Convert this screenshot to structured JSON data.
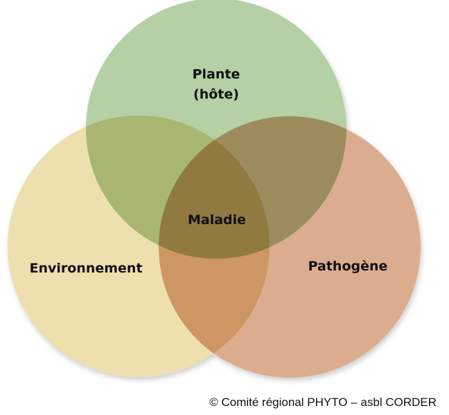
{
  "diagram": {
    "type": "venn",
    "sets": [
      {
        "id": "plante",
        "label_line1": "Plante",
        "label_line2": "(hôte)",
        "color": "#b5d0a5"
      },
      {
        "id": "environnement",
        "label": "Environnement",
        "color": "#eedfae"
      },
      {
        "id": "pathogene",
        "label": "Pathogène",
        "color": "#dcac8f"
      }
    ],
    "intersection_label": "Maladie"
  },
  "credit": "© Comité régional PHYTO – asbl CORDER"
}
